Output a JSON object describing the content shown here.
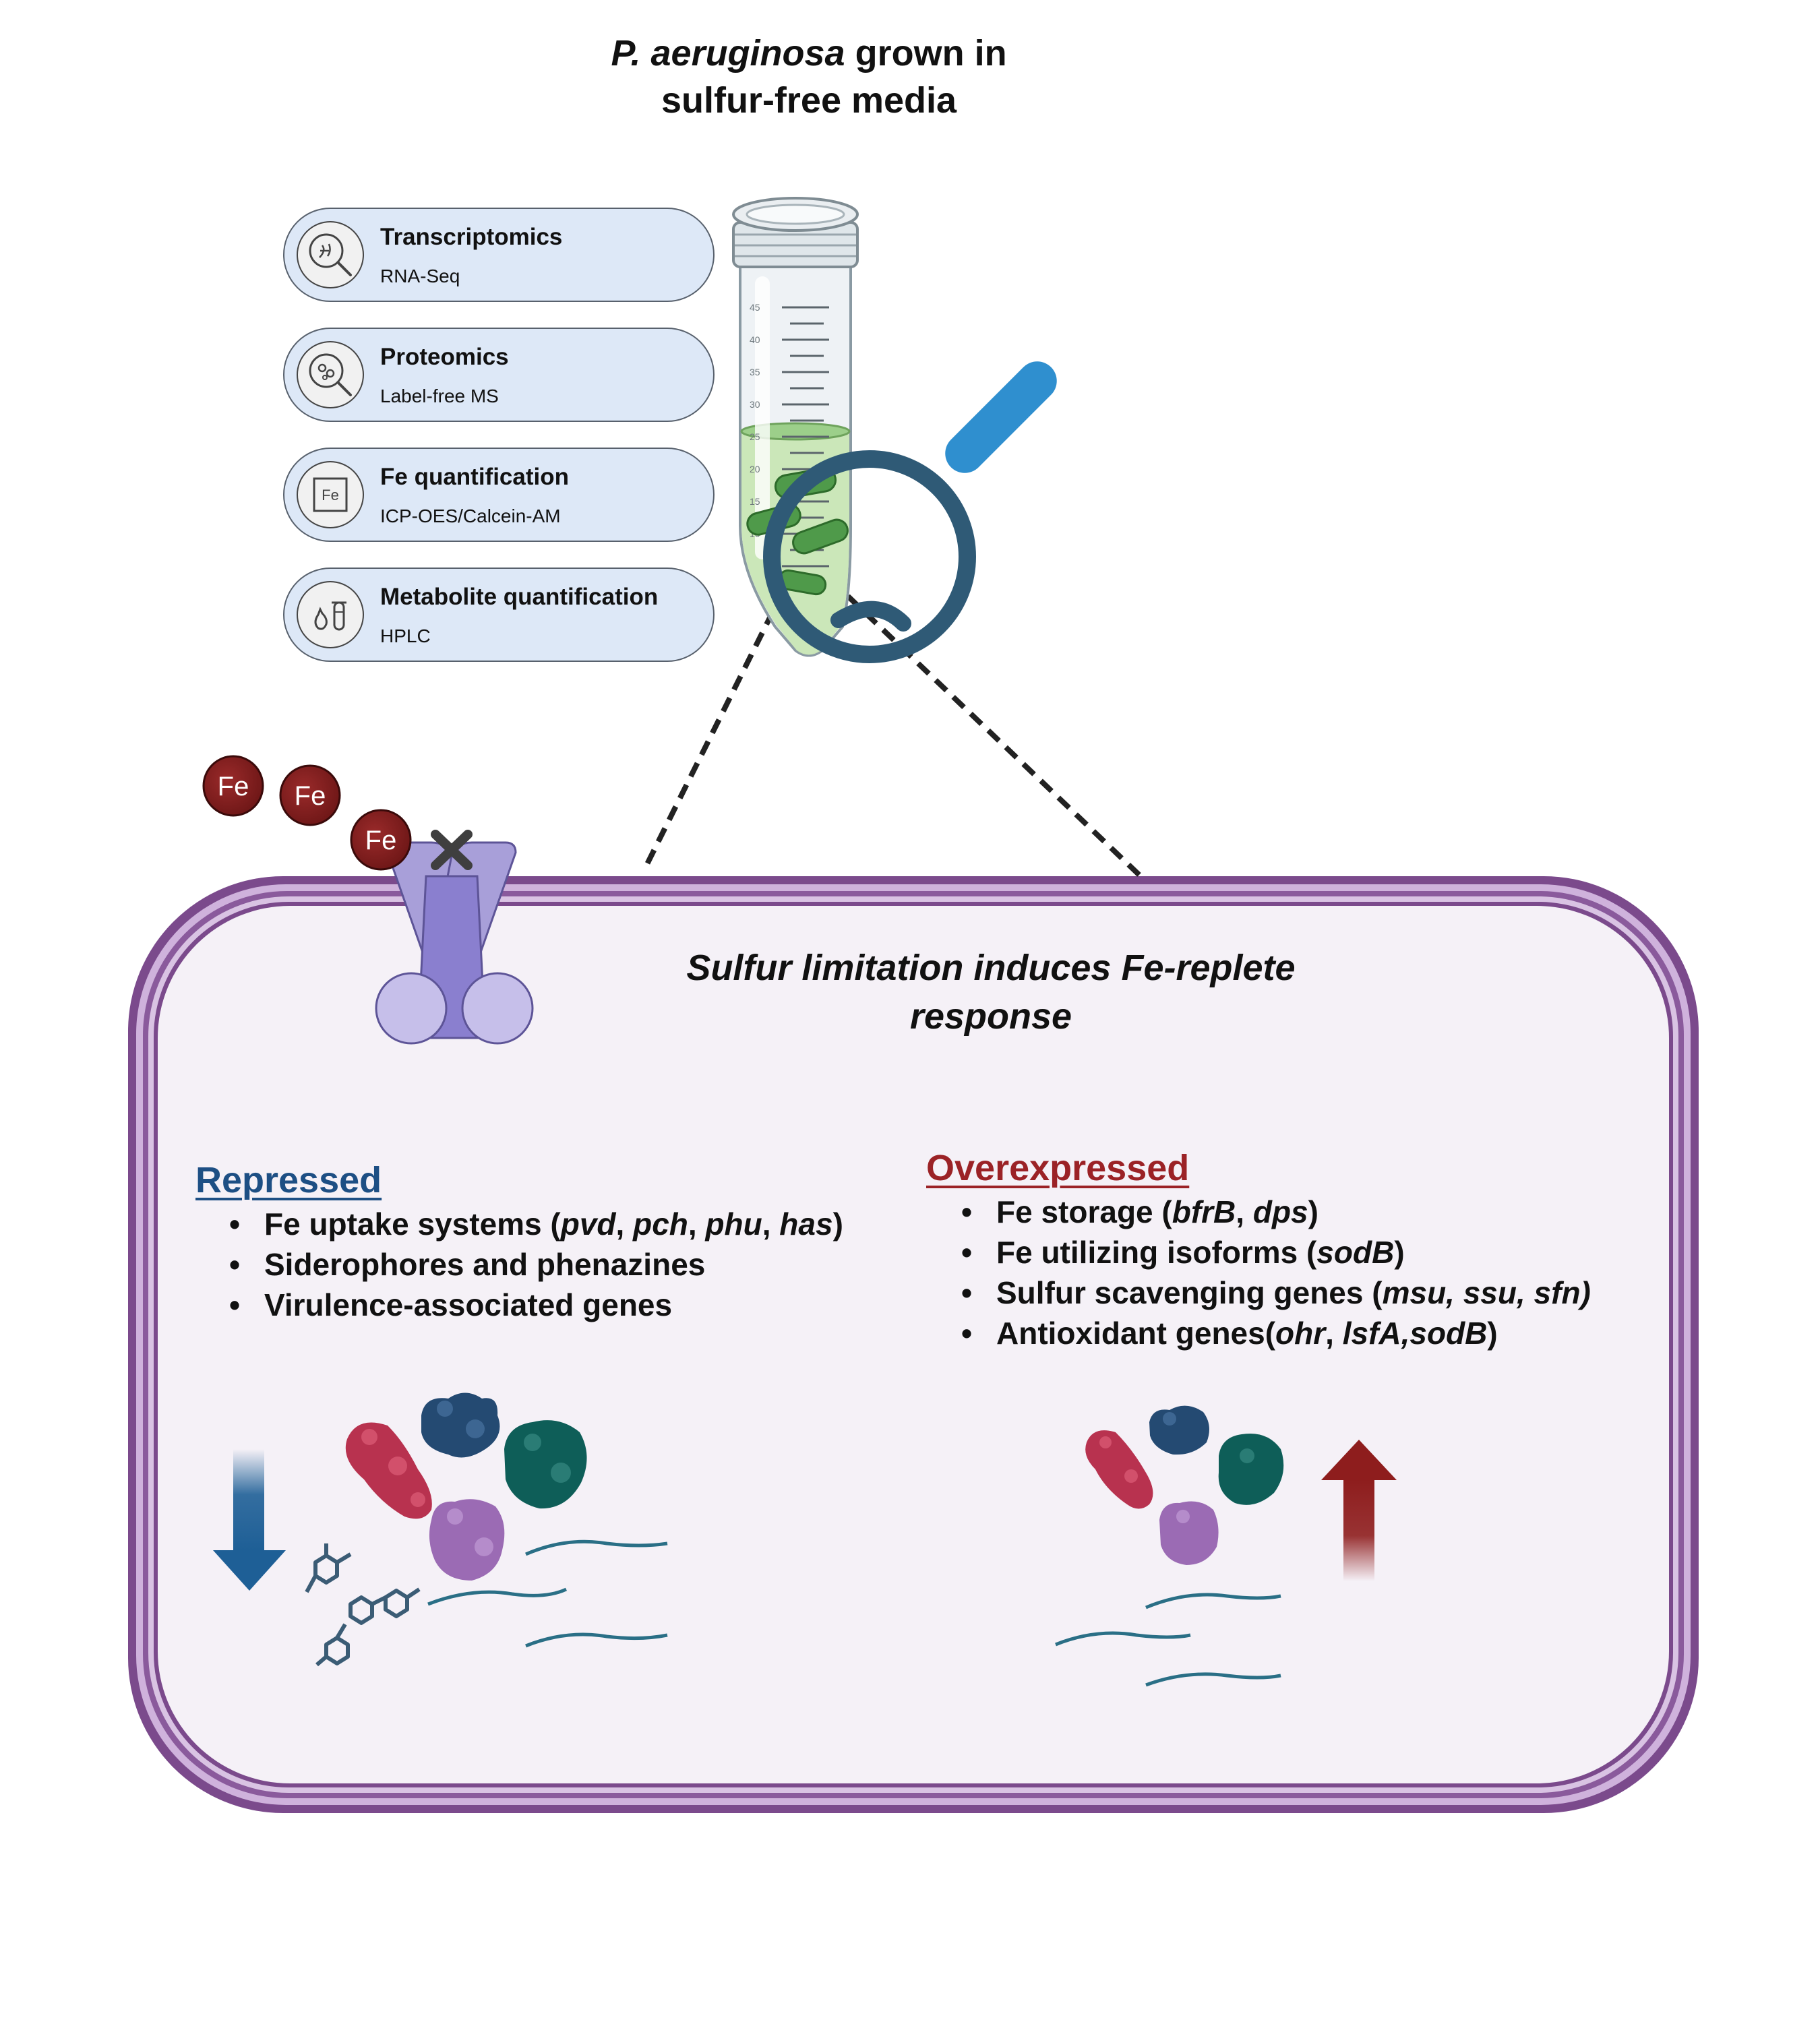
{
  "title": {
    "species": "P. aeruginosa",
    "line1_rest": " grown in",
    "line2": "sulfur-free media"
  },
  "methods": [
    {
      "icon": "dna-magnifier-icon",
      "title": "Transcriptomics",
      "subtitle": "RNA-Seq"
    },
    {
      "icon": "protein-magnifier-icon",
      "title": "Proteomics",
      "subtitle": "Label-free MS"
    },
    {
      "icon": "fe-element-icon",
      "title": "Fe quantification",
      "subtitle": "ICP-OES/Calcein-AM"
    },
    {
      "icon": "metabolite-tube-icon",
      "title": "Metabolite quantification",
      "subtitle": "HPLC"
    }
  ],
  "tube": {
    "graduations": [
      "45",
      "40",
      "35",
      "30",
      "25",
      "20",
      "15",
      "10"
    ],
    "liquid_color": "#c8e6b5",
    "bacteria_color": "#4f9a4a"
  },
  "fe_ions": [
    "Fe",
    "Fe",
    "Fe"
  ],
  "cell": {
    "title_line1": "Sulfur limitation induces Fe-replete",
    "title_line2": "response",
    "membrane_color": "#7b4a8c",
    "interior_color": "#f5f1f7"
  },
  "repressed": {
    "heading": "Repressed",
    "color": "#1d4f84",
    "items": [
      {
        "pre": "Fe uptake systems (",
        "gene": "pvd",
        "s1": ", ",
        "gene2": "pch",
        "s2": ", ",
        "gene3": "phu",
        "s3": ", ",
        "gene4": "has",
        "post": ")"
      },
      {
        "pre": "Siderophores and phenazines"
      },
      {
        "pre": "Virulence-associated genes"
      }
    ]
  },
  "overexpressed": {
    "heading": "Overexpressed",
    "color": "#9b2226",
    "items": [
      {
        "pre": "Fe storage (",
        "gene": "bfrB",
        "s1": ", ",
        "gene2": "dps",
        "post": ")"
      },
      {
        "pre": "Fe utilizing  isoforms (",
        "gene": "sodB",
        "post": ")"
      },
      {
        "pre": "Sulfur scavenging genes (",
        "gene": "msu, ssu, sfn)"
      },
      {
        "pre": "Antioxidant genes(",
        "gene": "ohr",
        "s1": ", ",
        "gene2": "lsfA,sodB",
        "post": ")"
      }
    ]
  },
  "colors": {
    "protein_red": "#b8324f",
    "protein_navy": "#244a72",
    "protein_teal": "#0e5e58",
    "protein_purple": "#9b6bb4",
    "rna": "#2a6f86",
    "down_arrow": "#1e5f96",
    "up_arrow": "#8e1d1d",
    "transporter": "#a89fd9",
    "fe_ion": "#7f1d1d",
    "magnifier_ring": "#2f5a76",
    "magnifier_handle": "#2f8fcf"
  }
}
